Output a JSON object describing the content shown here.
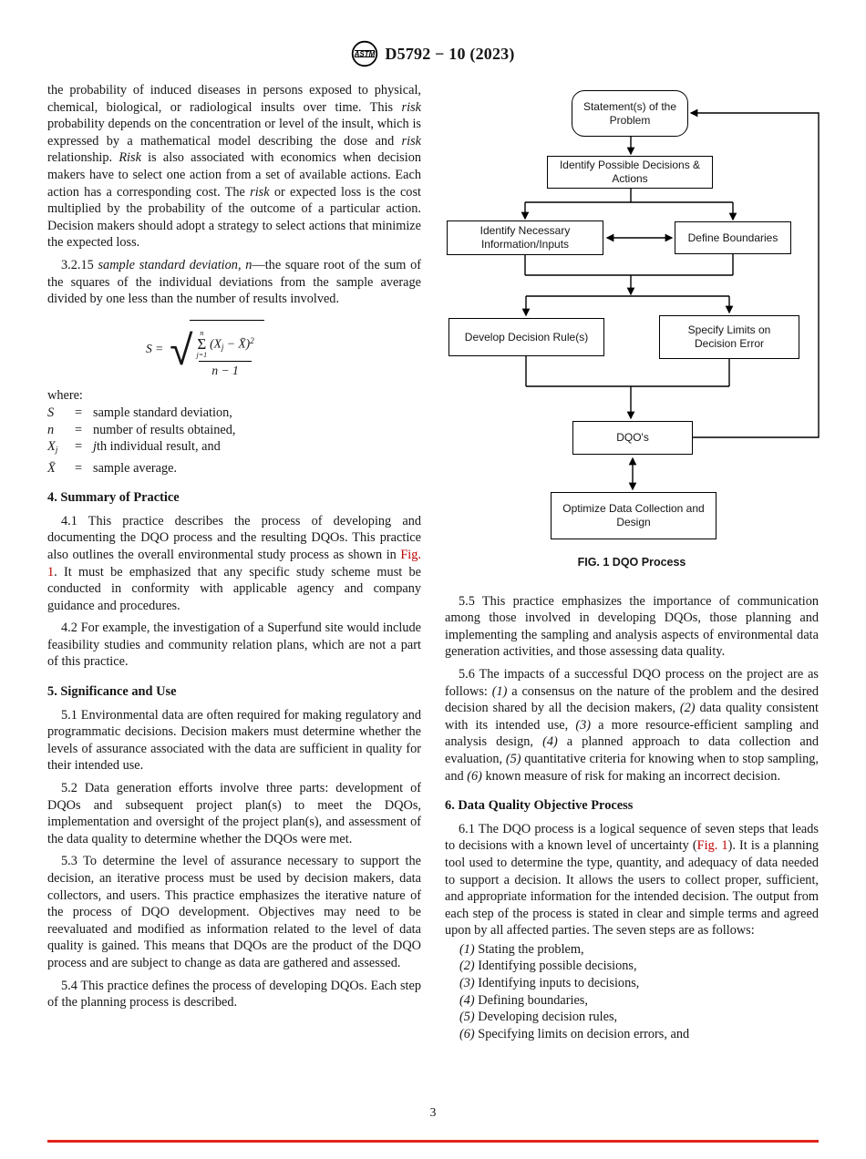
{
  "colors": {
    "accent_red": "#c00000",
    "rule_red": "#e1251b"
  },
  "header": {
    "logo_text": "ASTM",
    "designation": "D5792 − 10 (2023)"
  },
  "left": {
    "p_risk": [
      {
        "t": "the probability of induced diseases in persons exposed to physical, chemical, biological, or radiological insults over time. This "
      },
      {
        "t": "risk",
        "s": "i"
      },
      {
        "t": " probability depends on the concentration or level of the insult, which is expressed by a mathematical model describing the dose and "
      },
      {
        "t": "risk",
        "s": "i"
      },
      {
        "t": " relationship. "
      },
      {
        "t": "Risk",
        "s": "i"
      },
      {
        "t": " is also associated with economics when decision makers have to select one action from a set of available actions. Each action has a corresponding cost. The "
      },
      {
        "t": "risk",
        "s": "i"
      },
      {
        "t": " or expected loss is the cost multiplied by the probability of the outcome of a particular action. Decision makers should adopt a strategy to select actions that minimize the expected loss."
      }
    ],
    "p_3_2_15": [
      {
        "t": "3.2.15 "
      },
      {
        "t": "sample standard deviation, n",
        "s": "i"
      },
      {
        "t": "—the square root of the sum of the squares of the individual deviations from the sample average divided by one less than the number of results involved."
      }
    ],
    "formula": {
      "lhs": [
        {
          "t": "S",
          "s": "i"
        },
        {
          "t": " ="
        }
      ],
      "sum_upper": "n",
      "sum_symbol": "Σ",
      "sum_lower": "j=1",
      "numerator": [
        {
          "t": "("
        },
        {
          "t": "X",
          "s": "i"
        },
        {
          "t": "j",
          "s": "i sub"
        },
        {
          "t": " − "
        },
        {
          "t": "X̄",
          "s": "i"
        },
        {
          "t": ")"
        },
        {
          "t": "2",
          "s": "sup"
        }
      ],
      "denominator": [
        {
          "t": "n",
          "s": "i"
        },
        {
          "t": " − 1"
        }
      ]
    },
    "where_label": "where:",
    "where_rows": [
      {
        "sym": [
          {
            "t": "S",
            "s": "i"
          }
        ],
        "eq": "=",
        "desc": [
          {
            "t": "sample standard deviation,"
          }
        ]
      },
      {
        "sym": [
          {
            "t": "n",
            "s": "i"
          }
        ],
        "eq": "=",
        "desc": [
          {
            "t": "number of results obtained,"
          }
        ]
      },
      {
        "sym": [
          {
            "t": "X",
            "s": "i"
          },
          {
            "t": "j",
            "s": "i sub"
          }
        ],
        "eq": "=",
        "desc": [
          {
            "t": "j",
            "s": "i"
          },
          {
            "t": "th individual result, and"
          }
        ]
      },
      {
        "sym": [
          {
            "t": "X̄",
            "s": "i"
          }
        ],
        "eq": "=",
        "desc": [
          {
            "t": "sample average."
          }
        ]
      }
    ],
    "h4": "4. Summary of Practice",
    "p_4_1": [
      {
        "t": "4.1 This practice describes the process of developing and documenting the DQO process and the resulting DQOs. This practice also outlines the overall environmental study process as shown in "
      },
      {
        "t": "Fig. 1",
        "s": "red",
        "n": "fig-1-link",
        "int": true
      },
      {
        "t": ". It must be emphasized that any specific study scheme must be conducted in conformity with applicable agency and company guidance and procedures."
      }
    ],
    "p_4_2": "4.2 For example, the investigation of a Superfund site would include feasibility studies and community relation plans, which are not a part of this practice.",
    "h5": "5. Significance and Use",
    "p_5_1": "5.1 Environmental data are often required for making regulatory and programmatic decisions. Decision makers must determine whether the levels of assurance associated with the data are sufficient in quality for their intended use.",
    "p_5_2": "5.2 Data generation efforts involve three parts: development of DQOs and subsequent project plan(s) to meet the DQOs, implementation and oversight of the project plan(s), and assessment of the data quality to determine whether the DQOs were met.",
    "p_5_3": "5.3 To determine the level of assurance necessary to support the decision, an iterative process must be used by decision makers, data collectors, and users. This practice emphasizes the iterative nature of the process of DQO development. Objectives may need to be reevaluated and modified as information related to the level of data quality is gained. This means that DQOs are the product of the DQO process and are subject to change as data are gathered and assessed.",
    "p_5_4": "5.4 This practice defines the process of developing DQOs. Each step of the planning process is described."
  },
  "figure": {
    "caption": "FIG. 1 DQO Process",
    "nodes": {
      "statement": "Statement(s) of the Problem",
      "decisions": "Identify Possible Decisions & Actions",
      "inputs": "Identify Necessary Information/Inputs",
      "boundaries": "Define Boundaries",
      "develop": "Develop Decision Rule(s)",
      "limits": "Specify Limits on Decision Error",
      "dqos": "DQO's",
      "optimize": "Optimize Data Collection and Design"
    }
  },
  "right": {
    "p_5_5": "5.5 This practice emphasizes the importance of communication among those involved in developing DQOs, those planning and implementing the sampling and analysis aspects of environmental data generation activities, and those assessing data quality.",
    "p_5_6": [
      {
        "t": "5.6 The impacts of a successful DQO process on the project are as follows: "
      },
      {
        "t": "(1)",
        "s": "i"
      },
      {
        "t": " a consensus on the nature of the problem and the desired decision shared by all the decision makers, "
      },
      {
        "t": "(2)",
        "s": "i"
      },
      {
        "t": " data quality consistent with its intended use, "
      },
      {
        "t": "(3)",
        "s": "i"
      },
      {
        "t": " a more resource-efficient sampling and analysis design, "
      },
      {
        "t": "(4)",
        "s": "i"
      },
      {
        "t": " a planned approach to data collection and evaluation, "
      },
      {
        "t": "(5)",
        "s": "i"
      },
      {
        "t": " quantitative criteria for knowing when to stop sampling, and "
      },
      {
        "t": "(6)",
        "s": "i"
      },
      {
        "t": " known measure of risk for making an incorrect decision."
      }
    ],
    "h6": "6. Data Quality Objective Process",
    "p_6_1": [
      {
        "t": "6.1 The DQO process is a logical sequence of seven steps that leads to decisions with a known level of uncertainty ("
      },
      {
        "t": "Fig. 1",
        "s": "red",
        "n": "fig-1-link",
        "int": true
      },
      {
        "t": "). It is a planning tool used to determine the type, quantity, and adequacy of data needed to support a decision. It allows the users to collect proper, sufficient, and appropriate information for the intended decision. The output from each step of the process is stated in clear and simple terms and agreed upon by all affected parties. The seven steps are as follows:"
      }
    ],
    "steps": [
      [
        {
          "t": "(1)",
          "s": "i"
        },
        {
          "t": " Stating the problem,"
        }
      ],
      [
        {
          "t": "(2)",
          "s": "i"
        },
        {
          "t": " Identifying possible decisions,"
        }
      ],
      [
        {
          "t": "(3)",
          "s": "i"
        },
        {
          "t": " Identifying inputs to decisions,"
        }
      ],
      [
        {
          "t": "(4)",
          "s": "i"
        },
        {
          "t": " Defining boundaries,"
        }
      ],
      [
        {
          "t": "(5)",
          "s": "i"
        },
        {
          "t": " Developing decision rules,"
        }
      ],
      [
        {
          "t": "(6)",
          "s": "i"
        },
        {
          "t": " Specifying limits on decision errors, and"
        }
      ]
    ]
  },
  "footer": {
    "page_number": "3"
  }
}
